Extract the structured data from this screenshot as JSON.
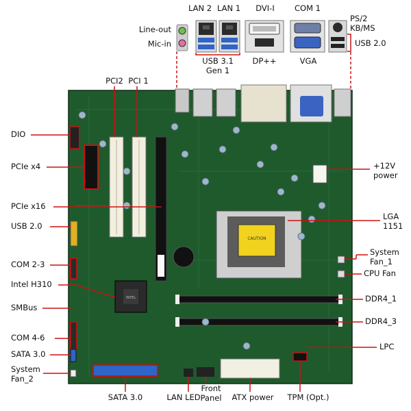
{
  "colors": {
    "board": "#1f5a2c",
    "board_dark": "#133f1d",
    "callout": "#cc1111",
    "text": "#111111"
  },
  "top_labels": {
    "lan2": "LAN 2",
    "lan1": "LAN 1",
    "dvi": "DVI-I",
    "com1": "COM 1",
    "ps2_line1": "PS/2",
    "ps2_line2": "KB/MS",
    "line_out": "Line-out",
    "mic_in": "Mic-in",
    "usb31_line1": "USB 3.1",
    "usb31_line2": "Gen 1",
    "dppp": "DP++",
    "vga": "VGA",
    "usb20_top": "USB 2.0",
    "pci2": "PCI2",
    "pci1": "PCI 1"
  },
  "left_labels": {
    "dio": "DIO",
    "pcie_x4": "PCIe x4",
    "pcie_x16": "PCIe x16",
    "usb20": "USB 2.0",
    "com23": "COM 2-3",
    "intel_h310": "Intel H310",
    "smbus": "SMBus",
    "com46": "COM 4-6",
    "sata30": "SATA 3.0",
    "sysfan2_line1": "System",
    "sysfan2_line2": "Fan_2"
  },
  "right_labels": {
    "v12_line1": "+12V",
    "v12_line2": "power",
    "lga_line1": "LGA",
    "lga_line2": "1151",
    "sysfan1_line1": "System",
    "sysfan1_line2": "Fan_1",
    "cpufan": "CPU Fan",
    "ddr4_1": "DDR4_1",
    "ddr4_3": "DDR4_3",
    "lpc": "LPC"
  },
  "bottom_labels": {
    "sata30": "SATA 3.0",
    "lan_led": "LAN LED",
    "front_panel_line1": "Front",
    "front_panel_line2": "Panel",
    "atx_power": "ATX power",
    "tpm": "TPM (Opt.)"
  },
  "board_marks": {
    "chip_label": "INTEL",
    "cpu_sticker": "CAUTION"
  }
}
